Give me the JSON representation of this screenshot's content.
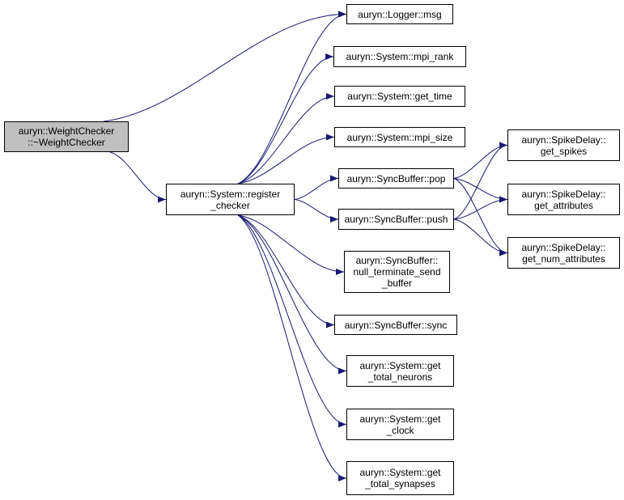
{
  "graph": {
    "colors": {
      "edge": "#191970",
      "root_fill": "#bfbfbf",
      "node_fill": "#ffffff",
      "border": "#000000"
    },
    "nodes": {
      "root": "auryn::WeightChecker\n::~WeightChecker",
      "register": "auryn::System::register\n_checker",
      "logger_msg": "auryn::Logger::msg",
      "mpi_rank": "auryn::System::mpi_rank",
      "get_time": "auryn::System::get_time",
      "mpi_size": "auryn::System::mpi_size",
      "pop": "auryn::SyncBuffer::pop",
      "push": "auryn::SyncBuffer::push",
      "null_term": "auryn::SyncBuffer::\nnull_terminate_send\n_buffer",
      "sync": "auryn::SyncBuffer::sync",
      "total_neurons": "auryn::System::get\n_total_neurons",
      "clock": "auryn::System::get\n_clock",
      "total_synapses": "auryn::System::get\n_total_synapses",
      "get_spikes": "auryn::SpikeDelay::\nget_spikes",
      "get_attributes": "auryn::SpikeDelay::\nget_attributes",
      "get_num_attributes": "auryn::SpikeDelay::\nget_num_attributes"
    },
    "edges": [
      [
        "root",
        "logger_msg"
      ],
      [
        "root",
        "register"
      ],
      [
        "register",
        "logger_msg"
      ],
      [
        "register",
        "mpi_rank"
      ],
      [
        "register",
        "get_time"
      ],
      [
        "register",
        "mpi_size"
      ],
      [
        "register",
        "pop"
      ],
      [
        "register",
        "push"
      ],
      [
        "register",
        "null_term"
      ],
      [
        "register",
        "sync"
      ],
      [
        "register",
        "total_neurons"
      ],
      [
        "register",
        "clock"
      ],
      [
        "register",
        "total_synapses"
      ],
      [
        "pop",
        "get_spikes"
      ],
      [
        "pop",
        "get_attributes"
      ],
      [
        "pop",
        "get_num_attributes"
      ],
      [
        "push",
        "get_spikes"
      ],
      [
        "push",
        "get_attributes"
      ],
      [
        "push",
        "get_num_attributes"
      ]
    ]
  }
}
